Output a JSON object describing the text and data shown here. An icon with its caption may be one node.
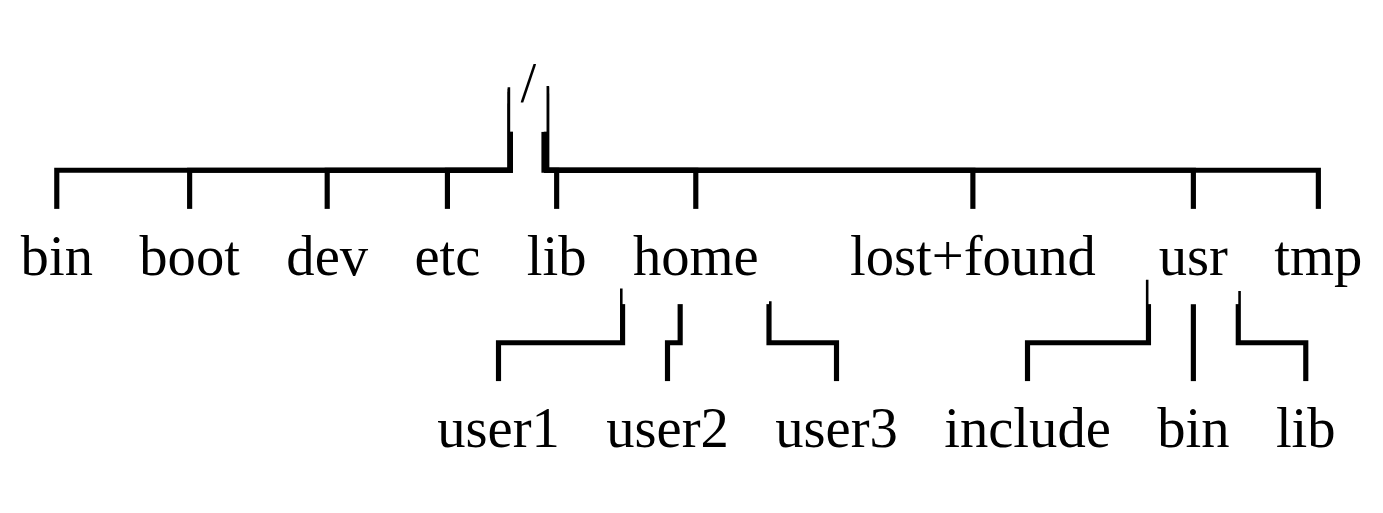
{
  "diagram": {
    "nodes": [
      {
        "text": [
          "/"
        ]
      },
      {
        "text": [
          "bin"
        ]
      },
      {
        "text": [
          "boot"
        ]
      },
      {
        "text": [
          "dev"
        ]
      },
      {
        "text": [
          "etc"
        ]
      },
      {
        "text": [
          "lib"
        ]
      },
      {
        "text": [
          "home"
        ]
      },
      {
        "text": [
          "lost+found"
        ]
      },
      {
        "text": [
          "usr"
        ]
      },
      {
        "text": [
          "tmp"
        ]
      },
      {
        "text": [
          "user1"
        ]
      },
      {
        "text": [
          "user2"
        ]
      },
      {
        "text": [
          "user3"
        ]
      },
      {
        "text": [
          "include"
        ]
      },
      {
        "text": [
          "bin"
        ]
      },
      {
        "text": [
          "lib"
        ]
      }
    ],
    "edges": [
      {
        "from": 0,
        "to": 1,
        "arrow": "none"
      },
      {
        "from": 0,
        "to": 2,
        "arrow": "none"
      },
      {
        "from": 0,
        "to": 3,
        "arrow": "none"
      },
      {
        "from": 0,
        "to": 4,
        "arrow": "none"
      },
      {
        "from": 0,
        "to": 5,
        "arrow": "none"
      },
      {
        "from": 0,
        "to": 6,
        "arrow": "none"
      },
      {
        "from": 0,
        "to": 7,
        "arrow": "none"
      },
      {
        "from": 0,
        "to": 8,
        "arrow": "none"
      },
      {
        "from": 0,
        "to": 9,
        "arrow": "none"
      },
      {
        "from": 6,
        "to": 10,
        "arrow": "none"
      },
      {
        "from": 6,
        "to": 11,
        "arrow": "none"
      },
      {
        "from": 6,
        "to": 12,
        "arrow": "none"
      },
      {
        "from": 8,
        "to": 13,
        "arrow": "none"
      },
      {
        "from": 8,
        "to": 14,
        "arrow": "none"
      },
      {
        "from": 8,
        "to": 15,
        "arrow": "none"
      }
    ]
  }
}
